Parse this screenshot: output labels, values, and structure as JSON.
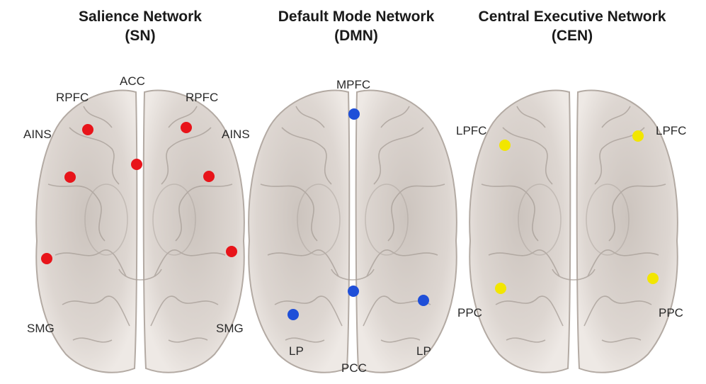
{
  "panels": [
    {
      "title": "Salience Network",
      "abbr": "(SN)",
      "color": "#e8141a",
      "labels": {
        "acc": "ACC",
        "rpfc_left": "RPFC",
        "rpfc_right": "RPFC",
        "ains_left": "AINS",
        "ains_right": "AINS",
        "smg_left": "SMG",
        "smg_right": "SMG"
      }
    },
    {
      "title": "Default Mode Network",
      "abbr": "(DMN)",
      "color": "#1f4fd8",
      "labels": {
        "mpfc": "MPFC",
        "lp_left": "LP",
        "lp_right": "LP",
        "pcc": "PCC"
      }
    },
    {
      "title": "Central Executive Network",
      "abbr": "(CEN)",
      "color": "#f2e600",
      "labels": {
        "lpfc_left": "LPFC",
        "lpfc_right": "LPFC",
        "ppc_left": "PPC",
        "ppc_right": "PPC"
      }
    }
  ],
  "colors": {
    "brain_fill": "#d9d2cd",
    "brain_stroke": "#b9b0aa",
    "sulcus": "#a89f99"
  }
}
